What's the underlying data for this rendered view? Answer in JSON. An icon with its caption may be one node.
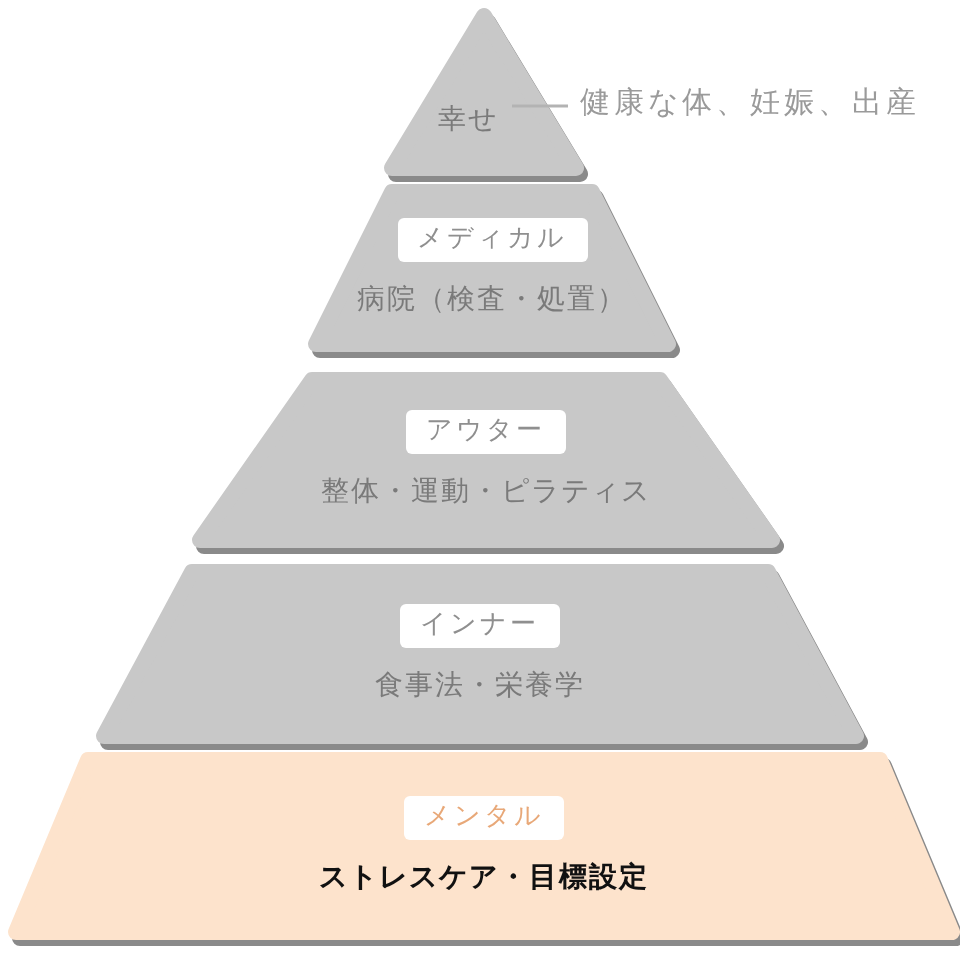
{
  "diagram": {
    "nodes": [
      {
        "text": [
          "幸せ"
        ],
        "beside": [
          "健康な体、妊娠、出産"
        ]
      },
      {
        "text": [
          "メディカル",
          "病院（検査・処置）"
        ]
      },
      {
        "text": [
          "アウター",
          "整体・運動・ピラティス"
        ]
      },
      {
        "text": [
          "インナー",
          "食事法・栄養学"
        ]
      },
      {
        "text": [
          "メンタル",
          "ストレスケア・目標設定"
        ]
      }
    ]
  }
}
